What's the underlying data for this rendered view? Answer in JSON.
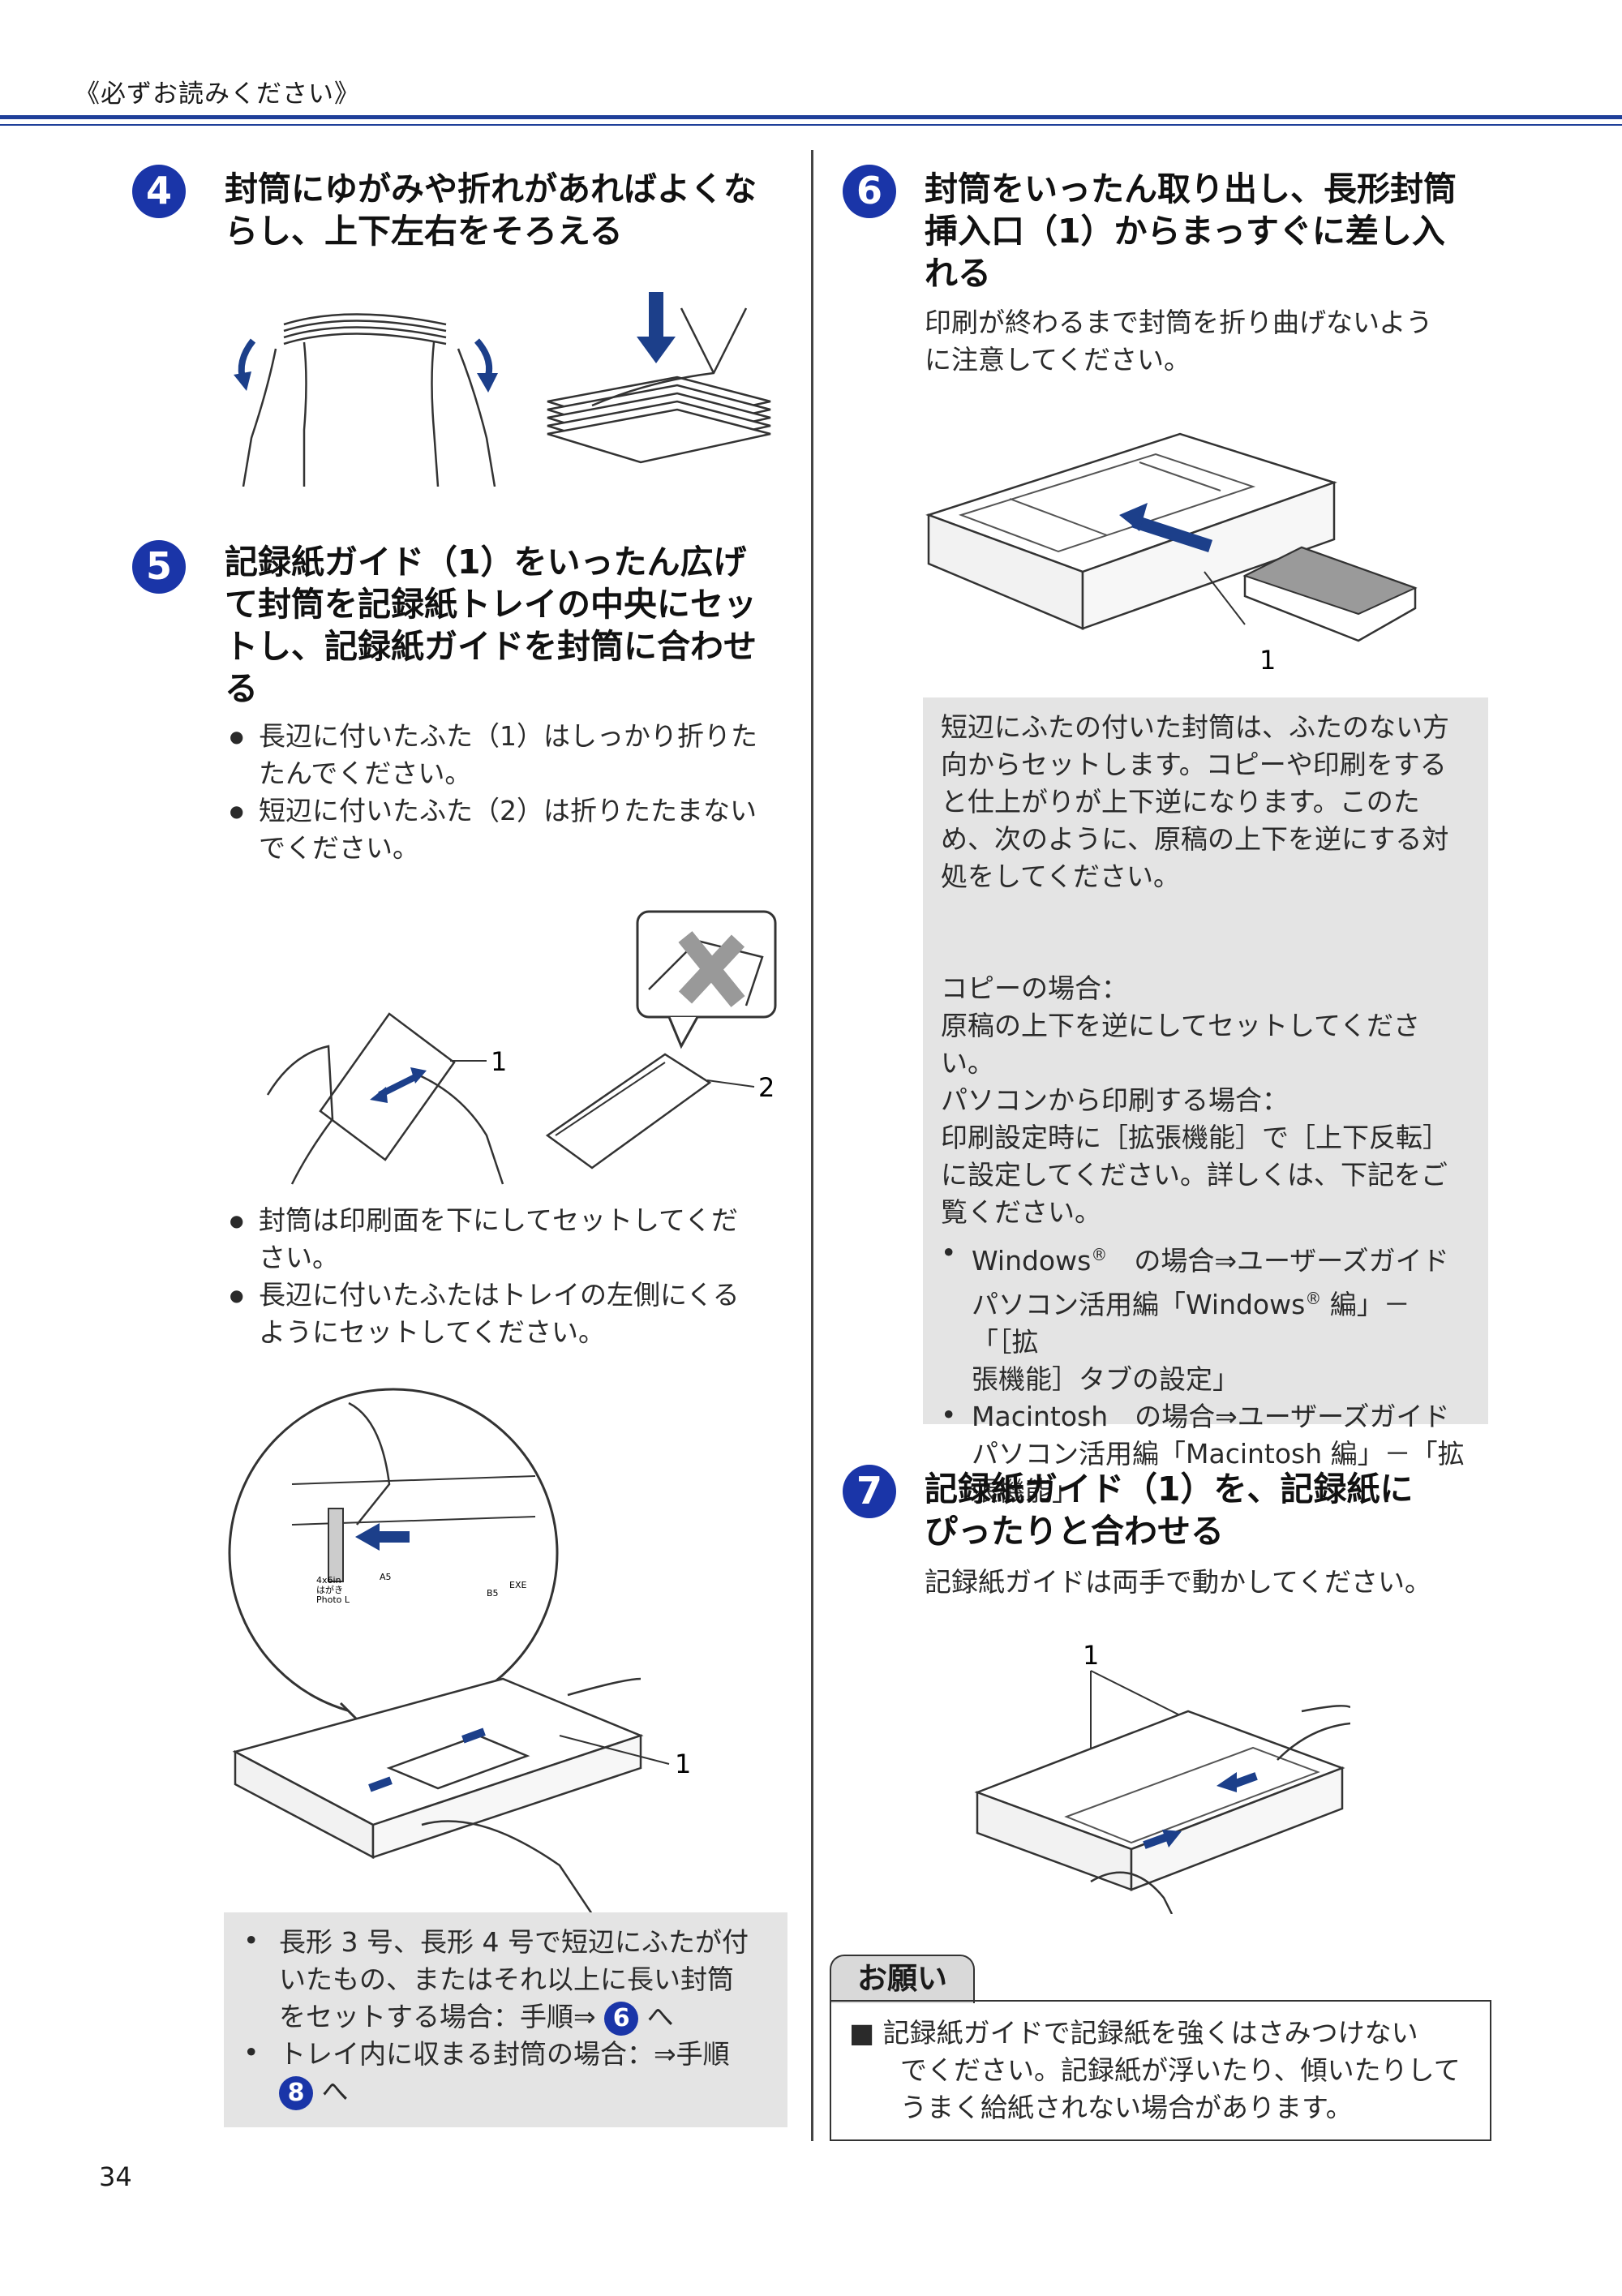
{
  "header": {
    "title": "《必ずお読みください》"
  },
  "steps": {
    "s4": {
      "num": "4",
      "title_l1": "封筒にゆがみや折れがあればよくな",
      "title_l2": "らし、上下左右をそろえる"
    },
    "s5": {
      "num": "5",
      "title_l1": "記録紙ガイド（1）をいったん広げ",
      "title_l2": "て封筒を記録紙トレイの中央にセッ",
      "title_l3": "トし、記録紙ガイドを封筒に合わせ",
      "title_l4": "る",
      "bullets_a": [
        [
          "長辺に付いたふた（1）はしっかり折りた",
          "たんでください。"
        ],
        [
          "短辺に付いたふた（2）は折りたたまない",
          "でください。"
        ]
      ],
      "callouts": {
        "c1": "1",
        "c2": "2",
        "c3": "1"
      },
      "bullets_b": [
        [
          "封筒は印刷面を下にしてセットしてくだ",
          "さい。"
        ],
        [
          "長辺に付いたふたはトレイの左側にくる",
          "ようにセットしてください。"
        ]
      ],
      "tray_labels": {
        "a": "A5",
        "b": "B5",
        "c": "EXE",
        "d": "4x6in",
        "e": "はがき",
        "f": "Photo L"
      },
      "note": {
        "b1_l1": "長形 3 号、長形 4 号で短辺にふたが付",
        "b1_l2": "いたもの、またはそれ以上に長い封筒",
        "b1_l3": "をセットする場合：手順⇒",
        "b1_ref": "6",
        "b1_after": "へ",
        "b2_l1": "トレイ内に収まる封筒の場合：⇒手順",
        "b2_ref": "8",
        "b2_after": "へ"
      }
    },
    "s6": {
      "num": "6",
      "title_l1": "封筒をいったん取り出し、長形封筒",
      "title_l2": "挿入口（1）からまっすぐに差し入",
      "title_l3": "れる",
      "body_l1": "印刷が終わるまで封筒を折り曲げないよう",
      "body_l2": "に注意してください。",
      "callout": "1",
      "note": {
        "p1": [
          "短辺にふたの付いた封筒は、ふたのない方",
          "向からセットします。コピーや印刷をする",
          "と仕上がりが上下逆になります。このた",
          "め、次のように、原稿の上下を逆にする対",
          "処をしてください。"
        ],
        "p2": [
          "コピーの場合：",
          "原稿の上下を逆にしてセットしてくださ",
          "い。",
          "パソコンから印刷する場合：",
          "印刷設定時に［拡張機能］で［上下反転］",
          "に設定してください。詳しくは、下記をご",
          "覧ください。"
        ],
        "win_l1a": "Windows",
        "win_reg": "®",
        "win_l1b": "の場合⇒ユーザーズガイド",
        "win_l2a": "パソコン活用編「Windows",
        "win_reg2": "®",
        "win_l2b": " 編」－「［拡",
        "win_l3": "張機能］タブの設定」",
        "mac_l1": "Macintosh　の場合⇒ユーザーズガイド",
        "mac_l2": "パソコン活用編「Macintosh 編」－「拡",
        "mac_l3": "張機能」"
      }
    },
    "s7": {
      "num": "7",
      "title_l1": "記録紙ガイド（1）を、記録紙に",
      "title_l2": "ぴったりと合わせる",
      "body": "記録紙ガイドは両手で動かしてください。",
      "callout": "1"
    }
  },
  "request": {
    "tab": "お願い",
    "l1": "■ 記録紙ガイドで記録紙を強くはさみつけない",
    "l2": "でください。記録紙が浮いたり、傾いたりして",
    "l3": "うまく給紙されない場合があります。"
  },
  "page_number": "34",
  "colors": {
    "accent": "#1a35a8",
    "rule": "#1f3f99",
    "note_bg": "#e4e4e4",
    "arrow": "#1c3f8a"
  }
}
